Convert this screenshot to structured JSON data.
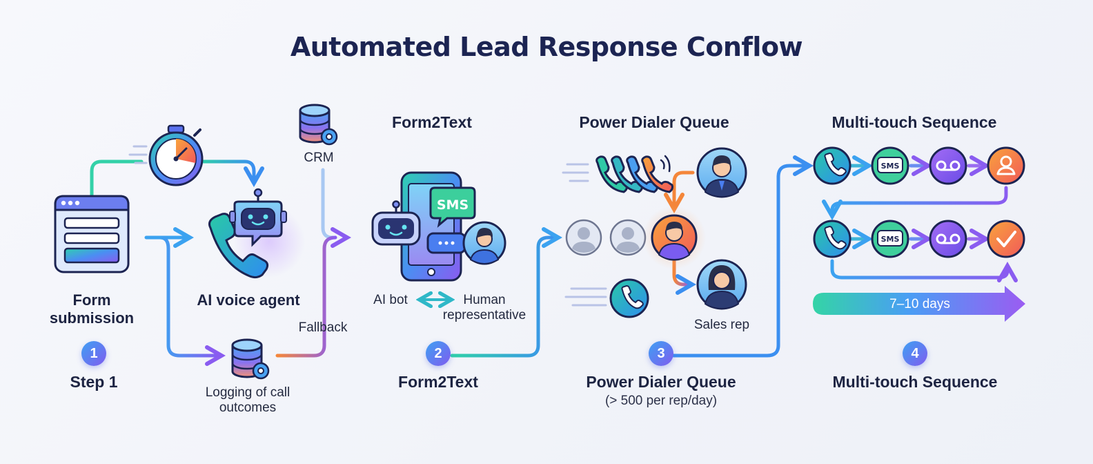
{
  "title": "Automated Lead Response Conflow",
  "nodes": {
    "form_submission": "Form submission",
    "ai_voice_agent": "AI voice agent",
    "crm": "CRM",
    "fallback": "Fallback",
    "logging": "Logging of call outcomes",
    "ai_bot": "AI bot",
    "human_rep": "Human representative",
    "sales_rep": "Sales rep",
    "sms": "SMS",
    "duration": "7–10 days"
  },
  "sections": {
    "form2text": "Form2Text",
    "power_dialer": "Power Dialer Queue",
    "multi_touch": "Multi-touch Sequence"
  },
  "steps": [
    {
      "num": "1",
      "label": "Step 1",
      "sub": ""
    },
    {
      "num": "2",
      "label": "Form2Text",
      "sub": ""
    },
    {
      "num": "3",
      "label": "Power Dialer Queue",
      "sub": "(> 500 per rep/day)"
    },
    {
      "num": "4",
      "label": "Multi-touch Sequence",
      "sub": ""
    }
  ],
  "icons": {
    "form": "form-window-icon",
    "timer": "stopwatch-icon",
    "robot": "robot-icon",
    "phone": "phone-icon",
    "database": "database-gear-icon",
    "voicemail": "voicemail-icon",
    "person": "person-icon",
    "check": "checkmark-icon"
  },
  "colors": {
    "teal": "#2fc9b0",
    "blue": "#3b8ff0",
    "purple": "#8a5cf0",
    "orange": "#f4863a",
    "navy": "#1c2452"
  }
}
